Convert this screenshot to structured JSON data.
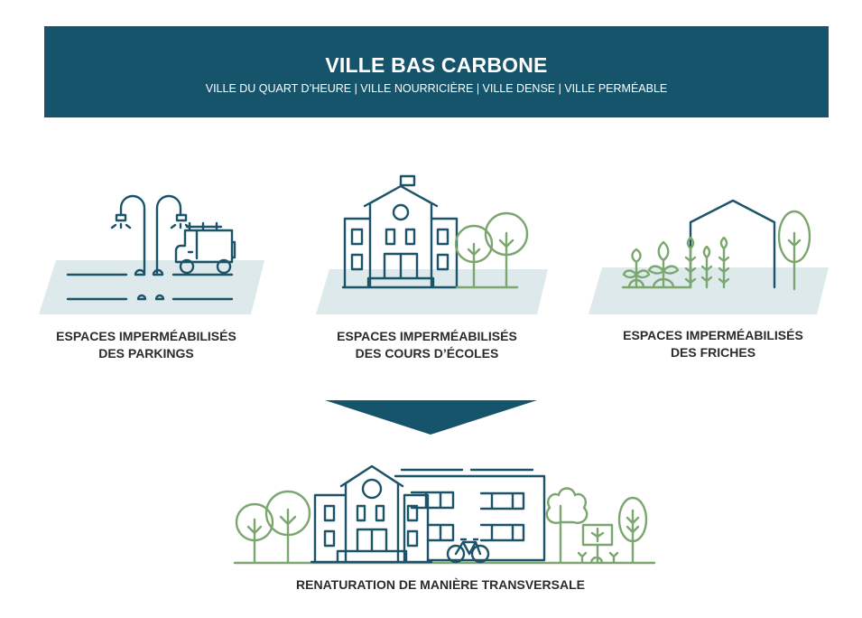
{
  "header": {
    "title": "VILLE BAS CARBONE",
    "subtitle": "VILLE DU QUART D’HEURE | VILLE NOURRICIÈRE | VILLE DENSE  | VILLE PERMÉABLE"
  },
  "categories": [
    {
      "line1": "ESPACES IMPERMÉABILISÉS",
      "line2": "DES PARKINGS",
      "icon": "parking-icon"
    },
    {
      "line1": "ESPACES IMPERMÉABILISÉS",
      "line2": "DES COURS D’ÉCOLES",
      "icon": "school-yard-icon"
    },
    {
      "line1": "ESPACES IMPERMÉABILISÉS",
      "line2": "DES FRICHES",
      "icon": "wasteland-icon"
    }
  ],
  "result": {
    "label": "RENATURATION DE MANIÈRE TRANSVERSALE",
    "icon": "renatured-city-icon"
  },
  "colors": {
    "primary": "#16546b",
    "green": "#7ca66f",
    "pad": "#dde9ea"
  }
}
